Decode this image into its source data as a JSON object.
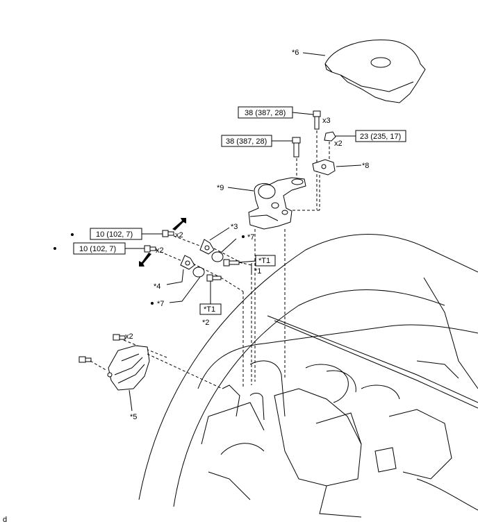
{
  "callouts": {
    "c6": "*6",
    "c8": "*8",
    "c9": "*9",
    "c3": "*3",
    "c7a": "*7",
    "c1": "*1",
    "c4": "*4",
    "c7b": "*7",
    "c2": "*2",
    "c5": "*5"
  },
  "torques": {
    "t_top": "38 (387, 28)",
    "t_mid": "38 (387, 28)",
    "t_nut": "23 (235, 17)",
    "t_left_a": "10 (102, 7)",
    "t_left_b": "10 (102, 7)"
  },
  "tools": {
    "t1a": "*T1",
    "t1b": "*T1"
  },
  "quantities": {
    "q_x3": "x3",
    "q_x2_nut": "x2",
    "q_x2_a": "x2",
    "q_x2_b": "x2",
    "q_x2_cover": "x2"
  },
  "corner_label": "d"
}
